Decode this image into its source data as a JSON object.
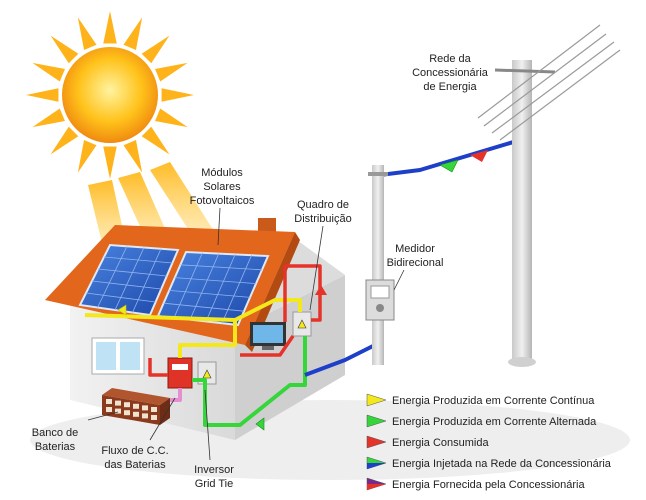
{
  "labels": {
    "grid_line1": "Rede da",
    "grid_line2": "Concessionária",
    "grid_line3": "de Energia",
    "modules_line1": "Módulos",
    "modules_line2": "Solares",
    "modules_line3": "Fotovoltaicos",
    "panel_line1": "Quadro de",
    "panel_line2": "Distribuição",
    "meter_line1": "Medidor",
    "meter_line2": "Bidirecional",
    "battery_line1": "Banco de",
    "battery_line2": "Baterias",
    "flow_line1": "Fluxo de C.C.",
    "flow_line2": "das Baterias",
    "inverter_line1": "Inversor",
    "inverter_line2": "Grid Tie"
  },
  "legend": [
    {
      "text": "Energia Produzida em Corrente Contínua",
      "color": "#f2e81c"
    },
    {
      "text": "Energia Produzida em Corrente Alternada",
      "color": "#35d63a"
    },
    {
      "text": "Energia Consumida",
      "color": "#e5332a"
    },
    {
      "text": "Energia Injetada na Rede da Concessionária",
      "color": "#35d63a",
      "color2": "#1e3fc8"
    },
    {
      "text": "Energia Fornecida pela Concessionária",
      "color": "#7a2a8c",
      "color2": "#e5332a"
    }
  ],
  "colors": {
    "dc": "#f2e81c",
    "ac": "#35d63a",
    "consumed": "#e5332a",
    "grid_wire": "#1e3fc8",
    "battery_flow": "#e58fd2",
    "roof": "#e2661c",
    "solar_panel": "#2a5fc4",
    "sun": "#ffc21a"
  }
}
